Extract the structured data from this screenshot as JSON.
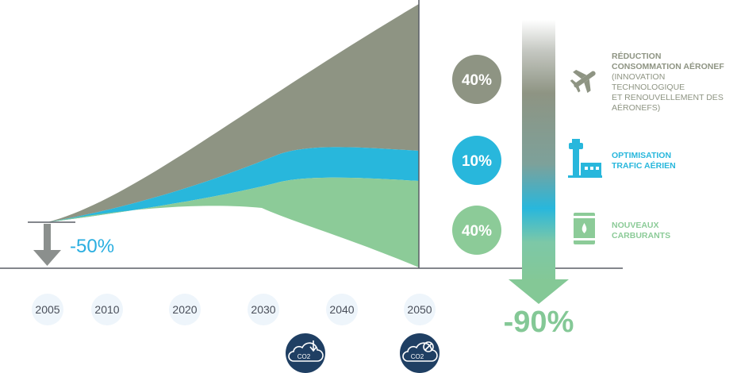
{
  "colors": {
    "gray": "#8e9483",
    "blue": "#28b7dc",
    "green": "#8ccb98",
    "axis": "#5a5f66",
    "year_circle": "#eef5fb",
    "dark_navy": "#1f3f63",
    "arrow_gray": "#8b8f8d",
    "neg50_blue": "#2aaee0",
    "neg90_green": "#84c896"
  },
  "chart_data": {
    "type": "area",
    "x_ticks": [
      "2005",
      "2010",
      "2020",
      "2030",
      "2040",
      "2050"
    ],
    "reference_year": "2005",
    "target_year": "2050",
    "reduction_2050_label": "-50%",
    "total_reduction_label": "-90%",
    "layers": [
      {
        "name": "Réduction consommation aéronef",
        "percent_label": "40%",
        "color": "#8e9483"
      },
      {
        "name": "Optimisation trafic aérien",
        "percent_label": "10%",
        "color": "#28b7dc"
      },
      {
        "name": "Nouveaux carburants",
        "percent_label": "40%",
        "color": "#8ccb98"
      }
    ]
  },
  "legend": [
    {
      "icon": "airplane-icon",
      "title_line1": "RÉDUCTION",
      "title_line2": "CONSOMMATION AÉRONEF",
      "sub_line1": "(INNOVATION TECHNOLOGIQUE",
      "sub_line2": "ET RENOUVELLEMENT DES",
      "sub_line3": "AÉRONEFS)",
      "color": "#8e9483"
    },
    {
      "icon": "control-tower-icon",
      "title_line1": "OPTIMISATION",
      "title_line2": "TRAFIC AÉRIEN",
      "color": "#28b7dc"
    },
    {
      "icon": "fuel-barrel-icon",
      "title_line1": "NOUVEAUX",
      "title_line2": "CARBURANTS",
      "color": "#8ccb98"
    }
  ],
  "bottom_icons": [
    "co2-reduction-icon",
    "co2-neutral-icon"
  ],
  "co2_text": "CO2"
}
